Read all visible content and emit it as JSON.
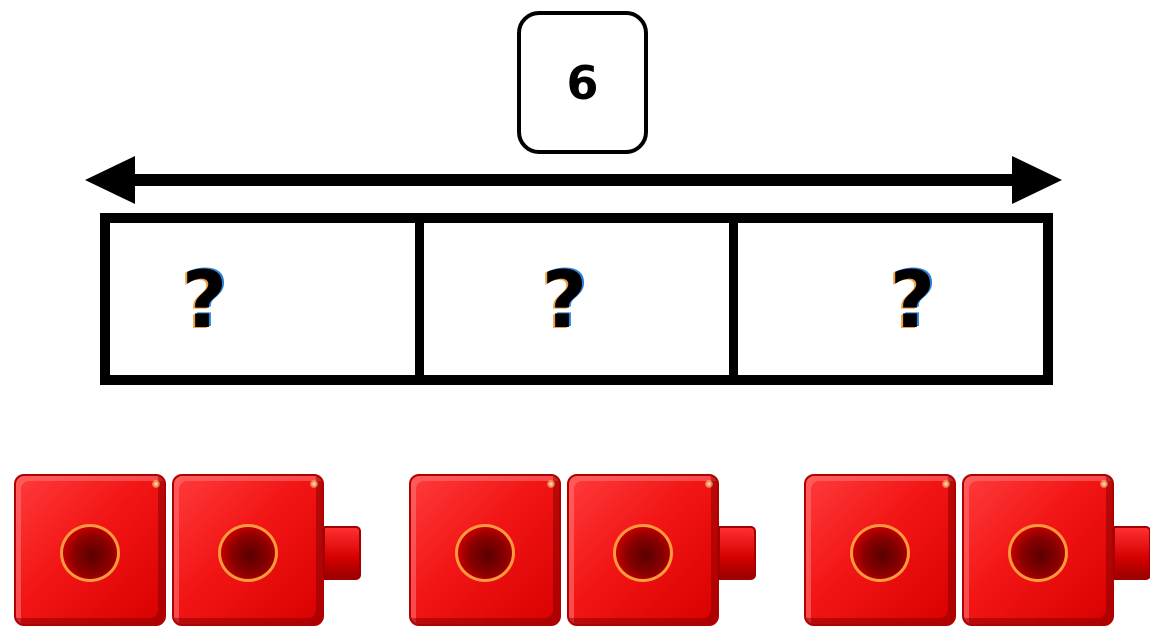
{
  "total": {
    "value": "6"
  },
  "tape": {
    "parts": [
      {
        "label": "?"
      },
      {
        "label": "?"
      },
      {
        "label": "?"
      }
    ]
  },
  "cube_groups": [
    {
      "cube_count": 2
    },
    {
      "cube_count": 2
    },
    {
      "cube_count": 2
    }
  ],
  "colors": {
    "cube": "#f21515",
    "outline": "#000000"
  }
}
